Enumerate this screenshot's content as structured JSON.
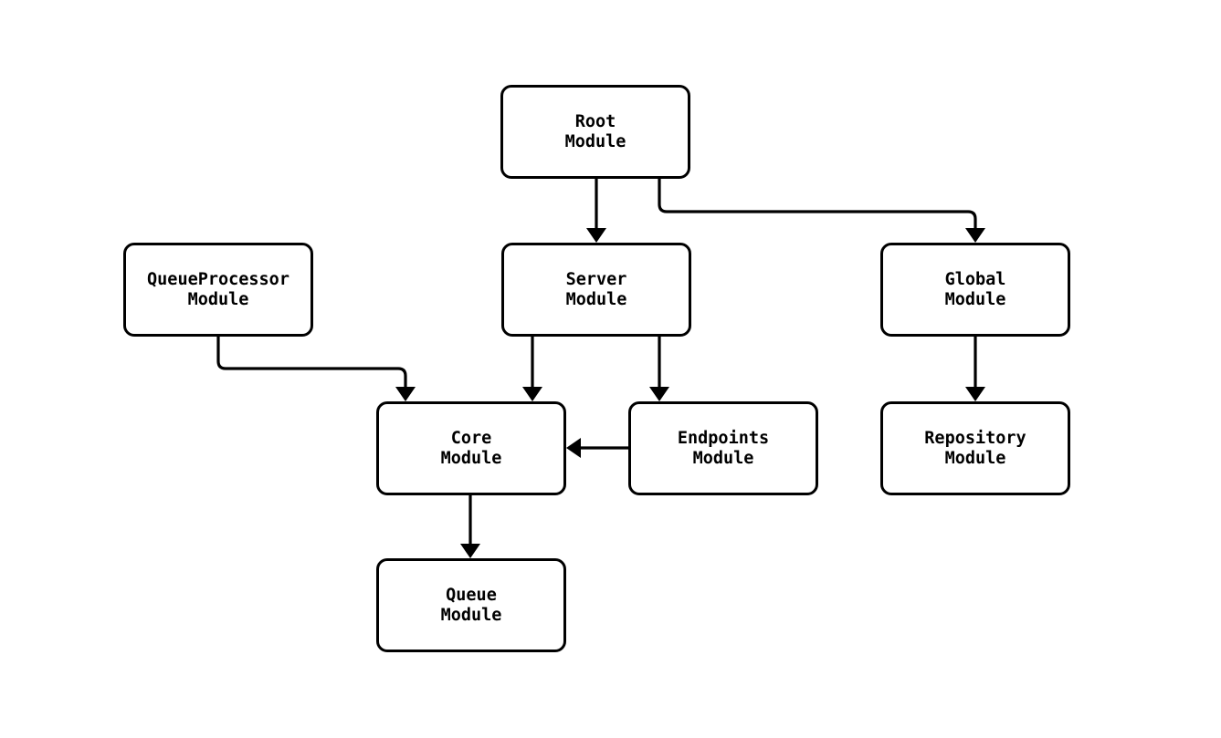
{
  "diagram": {
    "kind": "module-dependency-flowchart",
    "background_color": "#ffffff",
    "node_fill_color": "#ffffff",
    "node_border_color": "#000000",
    "edge_color": "#000000",
    "text_color": "#000000",
    "nodes": {
      "root": {
        "line1": "Root",
        "line2": "Module"
      },
      "queue_processor": {
        "line1": "QueueProcessor",
        "line2": "Module"
      },
      "server": {
        "line1": "Server",
        "line2": "Module"
      },
      "global": {
        "line1": "Global",
        "line2": "Module"
      },
      "core": {
        "line1": "Core",
        "line2": "Module"
      },
      "endpoints": {
        "line1": "Endpoints",
        "line2": "Module"
      },
      "repository": {
        "line1": "Repository",
        "line2": "Module"
      },
      "queue": {
        "line1": "Queue",
        "line2": "Module"
      }
    },
    "edges": [
      {
        "from": "Root Module",
        "to": "Server Module"
      },
      {
        "from": "Root Module",
        "to": "Global Module"
      },
      {
        "from": "QueueProcessor Module",
        "to": "Core Module"
      },
      {
        "from": "Server Module",
        "to": "Core Module"
      },
      {
        "from": "Server Module",
        "to": "Endpoints Module"
      },
      {
        "from": "Endpoints Module",
        "to": "Core Module"
      },
      {
        "from": "Global Module",
        "to": "Repository Module"
      },
      {
        "from": "Core Module",
        "to": "Queue Module"
      }
    ]
  }
}
